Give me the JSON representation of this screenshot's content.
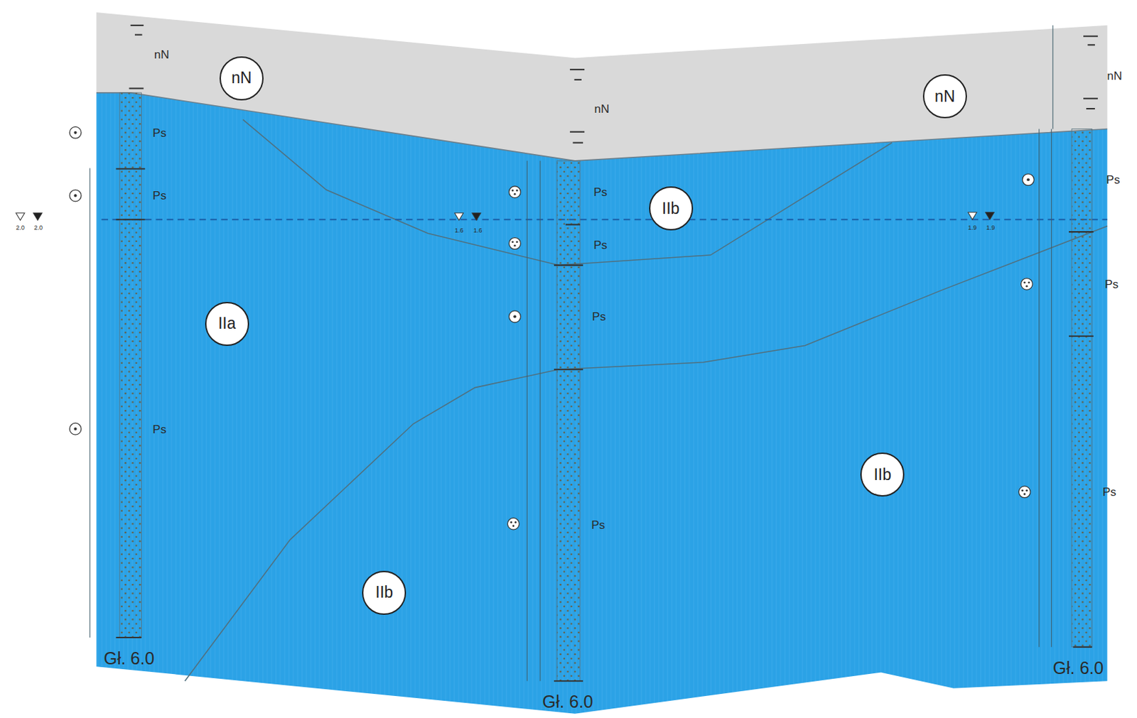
{
  "diagram": {
    "nodes": [
      {
        "text": [
          "nN"
        ]
      },
      {
        "text": [
          "nN"
        ]
      },
      {
        "text": [
          "IIb"
        ]
      },
      {
        "text": [
          "IIa"
        ]
      },
      {
        "text": [
          "IIb"
        ]
      },
      {
        "text": [
          "IIb"
        ]
      }
    ],
    "labels": [
      "nN",
      "Ps",
      "Ps",
      "Ps",
      "2.0",
      "2.0",
      "nN",
      "Ps",
      "Ps",
      "Ps",
      "Ps",
      "1.6",
      "1.6",
      "nN",
      "Ps",
      "Ps",
      "Ps",
      "1.9",
      "1.9",
      "Gł. 6.0",
      "Gł. 6.0",
      "Gł. 6.0"
    ]
  }
}
